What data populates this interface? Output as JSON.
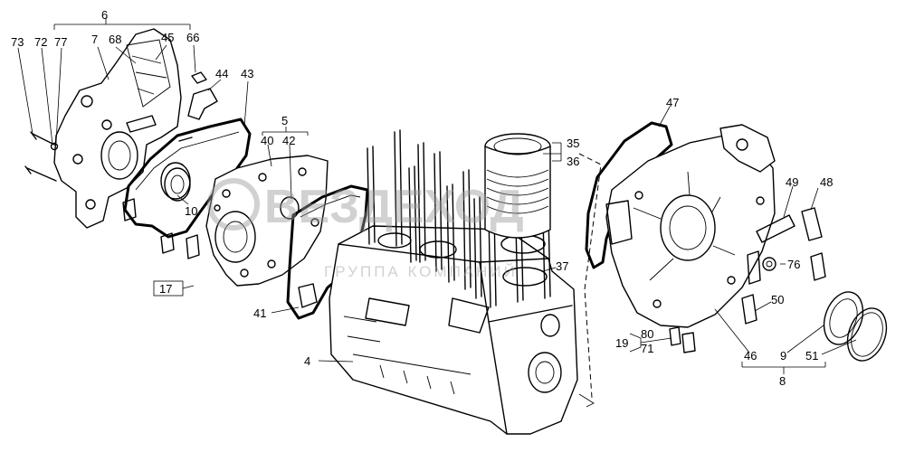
{
  "callouts": {
    "c6": "6",
    "c73": "73",
    "c72": "72",
    "c77": "77",
    "c7": "7",
    "c68": "68",
    "c45": "45",
    "c66": "66",
    "c44": "44",
    "c43": "43",
    "c5": "5",
    "c40": "40",
    "c42": "42",
    "c10": "10",
    "c17": "17",
    "c41": "41",
    "c4": "4",
    "c35": "35",
    "c36": "36",
    "c37": "37",
    "c47": "47",
    "c49": "49",
    "c48": "48",
    "c76": "76",
    "c50": "50",
    "c19": "19",
    "c80": "80",
    "c71": "71",
    "c46": "46",
    "c9": "9",
    "c51": "51",
    "c8": "8"
  },
  "watermark": {
    "logo_text": "ВЕЗДЕХОД",
    "caption": "ГРУППА КОМПАНИЙ"
  }
}
